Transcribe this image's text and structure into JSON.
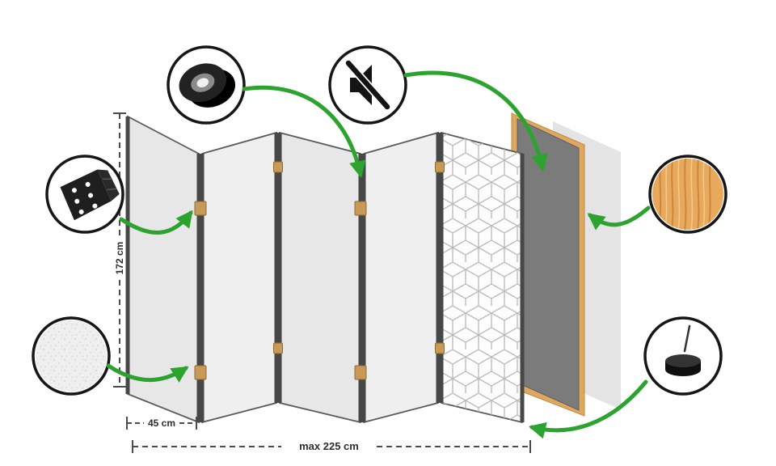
{
  "dimensions": {
    "height_label": "172 cm",
    "panel_width_label": "45 cm",
    "total_width_label": "max 225 cm"
  },
  "callouts": {
    "tape": "tape-roll-icon",
    "mute": "muted-speaker-icon",
    "hinge": "hinge-icon",
    "fleece": "fleece-texture-sample",
    "wood": "wood-texture-sample",
    "felt_pad": "felt-pad-icon"
  },
  "colors": {
    "arrow_green": "#2da32f",
    "panel_fill": "#ececec",
    "panel_edge": "#474747",
    "hinge_tan": "#c79a58",
    "wood_frame_tan": "#dfa861",
    "dark_panel_gray": "#7b7b7b",
    "back_panel_gray": "#e4e4e4",
    "pattern_line_gray": "#bcbcbc"
  }
}
